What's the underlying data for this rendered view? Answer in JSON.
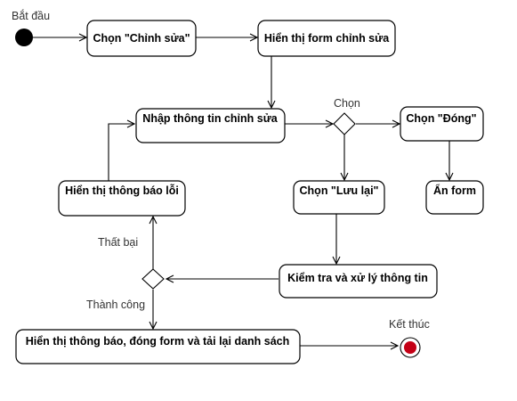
{
  "diagram": {
    "start_label": "Bắt đầu",
    "end_label": "Kết thúc",
    "nodes": {
      "chon_chinh_sua": "Chọn \"Chỉnh sửa\"",
      "hien_thi_form": "Hiển thị form chỉnh sửa",
      "nhap_thong_tin": "Nhập thông tin chỉnh sửa",
      "chon_dong": "Chọn \"Đóng\"",
      "hien_thi_loi": "Hiển thị thông báo lỗi",
      "chon_luu_lai": "Chọn \"Lưu lại\"",
      "an_form": "Ẩn form",
      "kiem_tra": "Kiểm tra và xử lý thông tin",
      "hien_thi_thong_bao": "Hiển thị thông báo, đóng form và tải lại danh sách"
    },
    "guards": {
      "chon": "Chọn",
      "that_bai": "Thất bại",
      "thanh_cong": "Thành công"
    },
    "colors": {
      "end_fill": "#c40016",
      "start_fill": "#000000"
    }
  }
}
